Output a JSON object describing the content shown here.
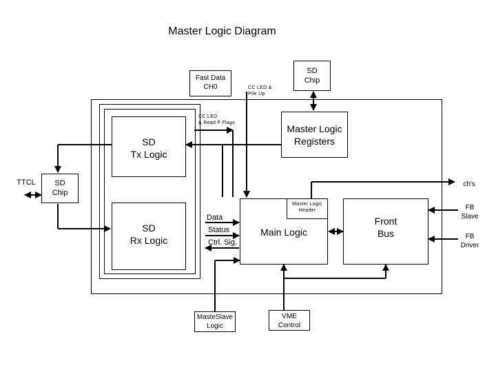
{
  "title": "Master Logic Diagram",
  "blocks": {
    "fast_data": "Fast Data\nCH0",
    "sd_chip_top": "SD\nChip",
    "master_regs": "Master Logic\nRegisters",
    "sd_tx": "SD\nTx Logic",
    "sd_rx": "SD\nRx Logic",
    "sd_chip_left": "SD\nChip",
    "main_logic": "Main Logic",
    "ml_header": "Master Logic\nHeader",
    "front_bus": "Front\nBus",
    "maste_slave": "MasteSlave\nLogic",
    "vme_control": "VME\nControl"
  },
  "labels": {
    "cc_led": "CC LED &\nPile Up",
    "cc_led_small": "CC LED\n& Read P Flags",
    "ttcl": "TTCL",
    "chs": "ch's",
    "fb_slave": "FB\nSlave",
    "fb_driver": "FB\nDriver",
    "data": "Data",
    "status": "Status",
    "ctrl": "Ctrl. Sig."
  },
  "colors": {
    "line": "#000000",
    "background": "#ffffff"
  }
}
